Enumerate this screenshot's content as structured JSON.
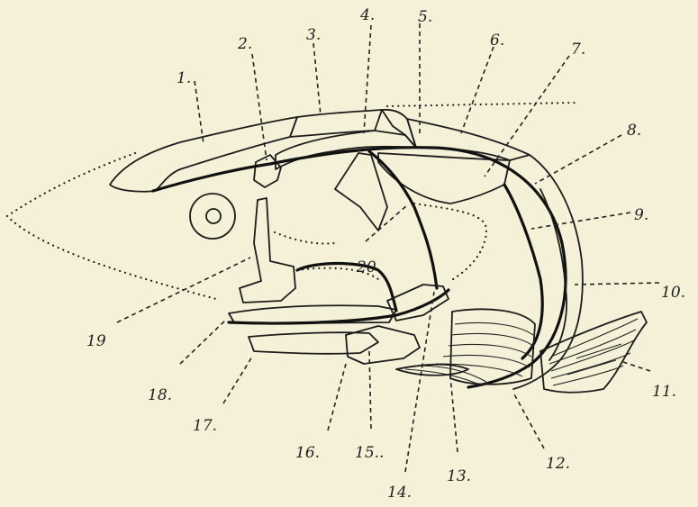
{
  "figure": {
    "labels": {
      "l1": "1.",
      "l2": "2.",
      "l3": "3.",
      "l4": "4.",
      "l5": "5.",
      "l6": "6.",
      "l7": "7.",
      "l8": "8.",
      "l9": "9.",
      "l10": "10.",
      "l11": "11.",
      "l12": "12.",
      "l13": "13.",
      "l14": "14.",
      "l15": "15..",
      "l16": "16.",
      "l17": "17.",
      "l18": "18.",
      "l19": "19",
      "l20": "20."
    },
    "colors": {
      "paper": "#f5f1d8",
      "ink": "#1c1c1c"
    }
  }
}
